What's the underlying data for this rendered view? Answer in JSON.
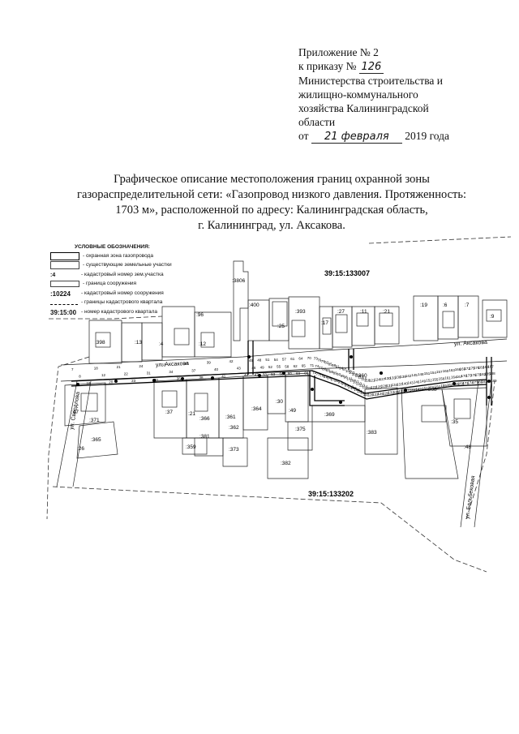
{
  "header": {
    "line1": "Приложение № 2",
    "line2_prefix": "к приказу №",
    "order_number": "126",
    "line3": "Министерства строительства и",
    "line4": "жилищно-коммунального",
    "line5": "хозяйства Калининградской",
    "line6": "области",
    "date_prefix": "от",
    "date_hand": "21 февраля",
    "date_suffix": "2019 года"
  },
  "title": {
    "line1": "Графическое описание местоположения границ охранной зоны",
    "line2": "газораспределительной сети: «Газопровод низкого давления. Протяженность:",
    "line3": "1703 м», расположенной по адресу: Калининградская область,",
    "line4": "г. Калининград, ул. Аксакова."
  },
  "legend": {
    "heading": "УСЛОВНЫЕ ОБОЗНАЧЕНИЯ:",
    "items": [
      {
        "symbol": "",
        "label": "- охранная зона газопровода"
      },
      {
        "symbol": "",
        "label": "- существующие земельные участки"
      },
      {
        "symbol": ":4",
        "label": "- кадастровый номер зем.участка"
      },
      {
        "symbol": "",
        "label": "- граница сооружения"
      },
      {
        "symbol": ":10224",
        "label": "- кадастровый номер сооружения"
      },
      {
        "symbol": "",
        "label": "- границы кадастрового квартала"
      },
      {
        "symbol": "39:15:00",
        "label": "- номер кадастрового квартала"
      }
    ]
  },
  "map": {
    "quarter_top": "39:15:133007",
    "quarter_bottom": "39:15:133202",
    "street_main": "ул. Аксакова",
    "street_main_right": "ул. Аксакова",
    "street_left": "ул. Свердлова",
    "street_right": "ул. Бальбековая",
    "parcels": [
      ":3806",
      ":400",
      ":393",
      ":25",
      ":17",
      ":27",
      ":11",
      ":21",
      ":19",
      ":6",
      ":7",
      ":9",
      ":96",
      ":398",
      ":13",
      ":4",
      ":12",
      ":47",
      ":371",
      ":365",
      ":26",
      ":37",
      ":21",
      ":366",
      ":381",
      ":359",
      ":361",
      ":362",
      ":373",
      ":364",
      ":30",
      ":49",
      ":375",
      ":382",
      ":369",
      ":383",
      ":360",
      ":368",
      ":35",
      ":48"
    ],
    "points": [
      "7",
      "8",
      "19",
      "18",
      "12",
      "20",
      "21",
      "22",
      "23",
      "24",
      "31",
      "30",
      "33",
      "34",
      "35",
      "36",
      "37",
      "38",
      "39",
      "40",
      "41",
      "42",
      "43",
      "44",
      "45",
      "46",
      "47",
      "48",
      "49",
      "50",
      "51",
      "52",
      "53",
      "54",
      "55",
      "56",
      "57",
      "58",
      "60",
      "61",
      "62",
      "63",
      "64",
      "65",
      "66",
      "70",
      "71",
      "72",
      "73",
      "74",
      "75",
      "76",
      "77",
      "78",
      "79",
      "80",
      "81",
      "82",
      "83",
      "84",
      "85",
      "86",
      "87",
      "88",
      "89",
      "90",
      "91",
      "92",
      "93",
      "94",
      "95",
      "96",
      "97",
      "98",
      "99",
      "100",
      "101",
      "102",
      "103",
      "104",
      "105",
      "106",
      "107",
      "108",
      "109",
      "110",
      "111",
      "112",
      "113",
      "114",
      "115",
      "116",
      "117",
      "118",
      "119",
      "120",
      "121",
      "122",
      "123",
      "124",
      "125",
      "126",
      "127",
      "128",
      "129",
      "130",
      "131",
      "132",
      "133",
      "134",
      "135",
      "136",
      "137",
      "138",
      "139",
      "140",
      "141",
      "142",
      "143",
      "144",
      "145",
      "146",
      "147",
      "148",
      "149",
      "150",
      "151",
      "152",
      "153",
      "154",
      "155",
      "156",
      "157",
      "158",
      "159",
      "160",
      "161",
      "162",
      "163",
      "164",
      "165",
      "166",
      "167",
      "168",
      "169",
      "170",
      "171",
      "172",
      "173",
      "174",
      "175",
      "176",
      "177",
      "178",
      "179",
      "180",
      "181",
      "182",
      "183",
      "184",
      "185",
      "186",
      "187",
      "188",
      "189"
    ]
  }
}
